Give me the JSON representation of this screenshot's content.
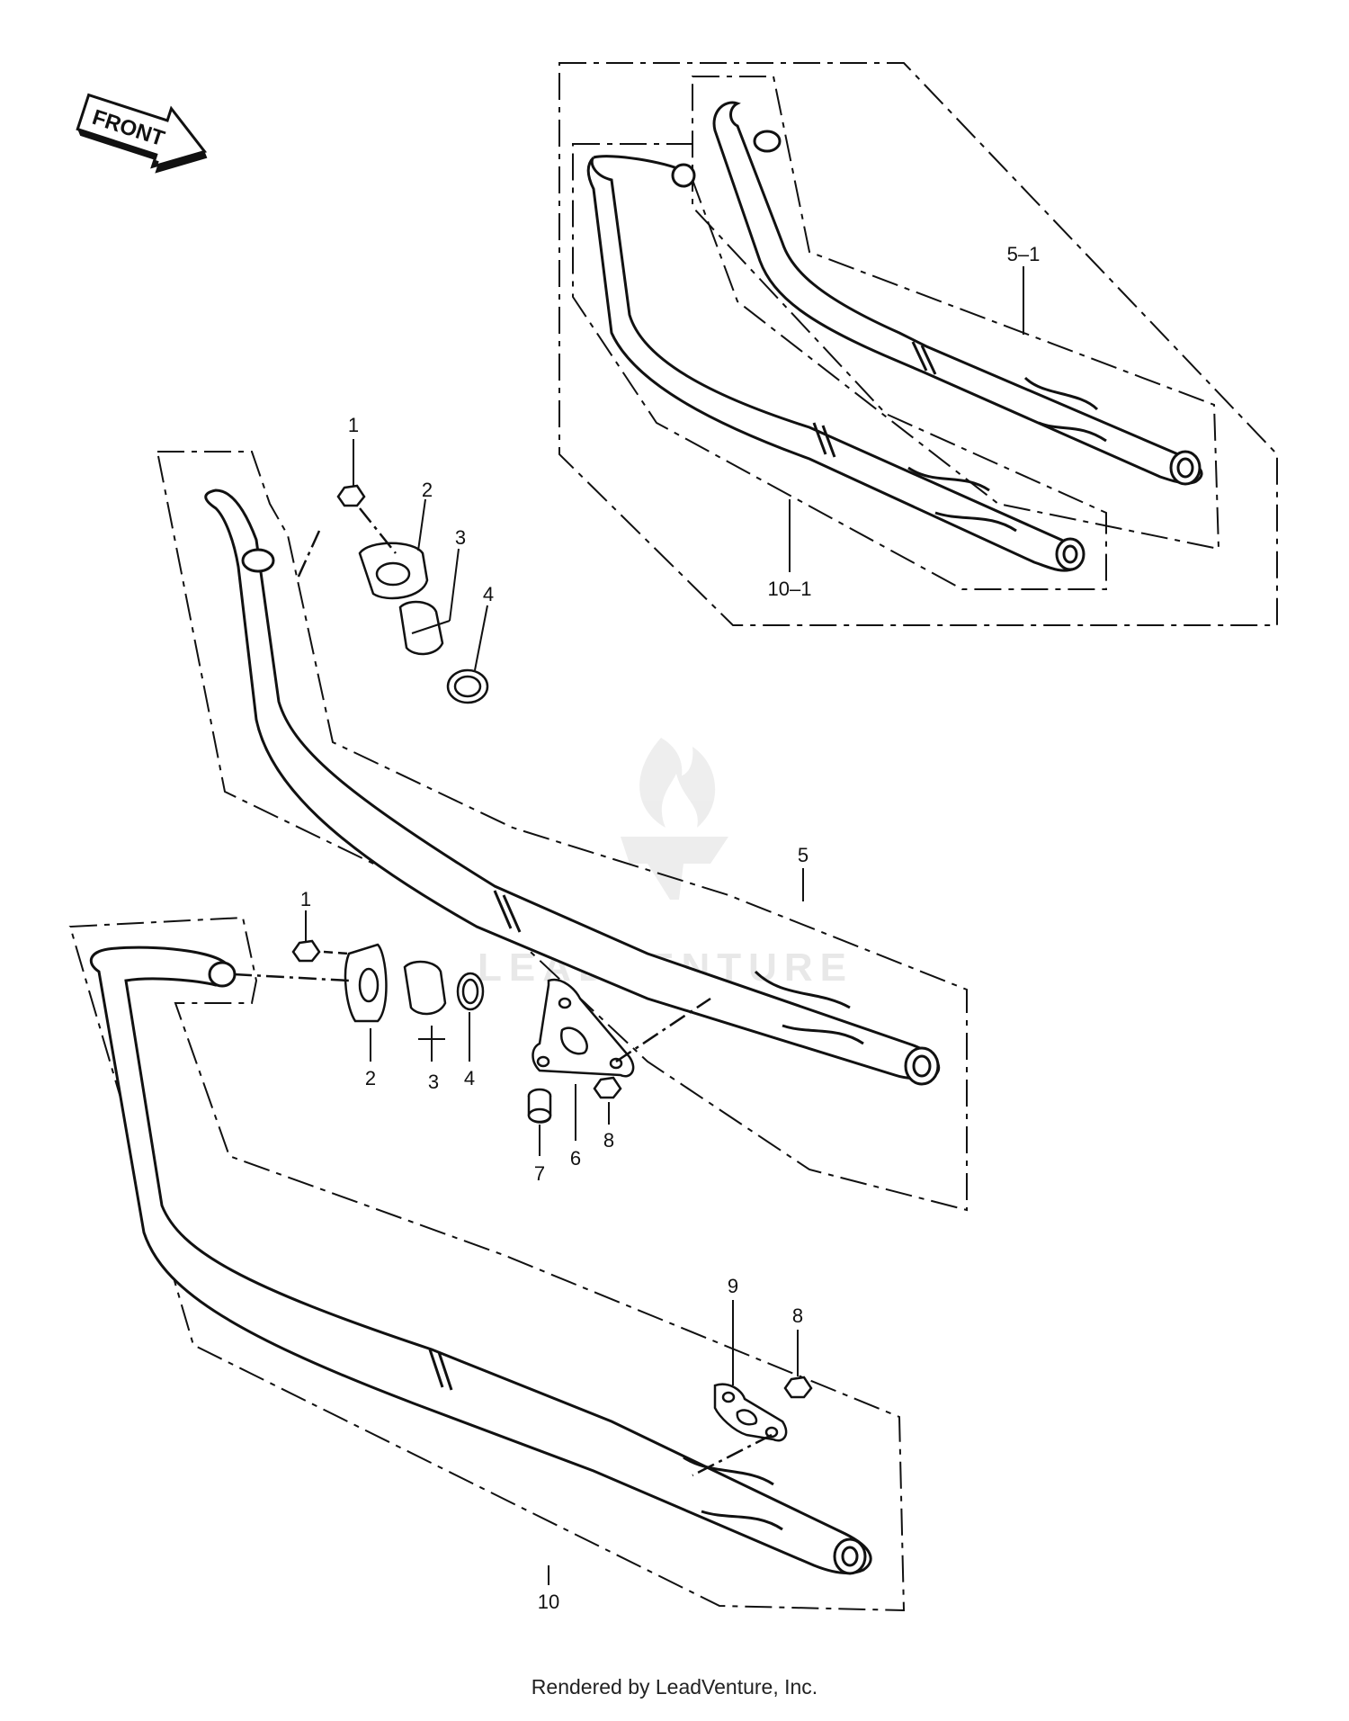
{
  "front_arrow": {
    "label": "FRONT"
  },
  "watermark": {
    "text": "LEADVENTURE"
  },
  "callouts": {
    "c_5_1": "5–1",
    "c_10_1": "10–1",
    "c_1_top": "1",
    "c_2_top": "2",
    "c_3_top": "3",
    "c_4_top": "4",
    "c_5": "5",
    "c_1_mid": "1",
    "c_2_mid": "2",
    "c_3_mid": "3",
    "c_4_mid": "4",
    "c_6": "6",
    "c_7": "7",
    "c_8_mid": "8",
    "c_9": "9",
    "c_8_low": "8",
    "c_10": "10"
  },
  "footer": {
    "text": "Rendered by LeadVenture, Inc."
  }
}
